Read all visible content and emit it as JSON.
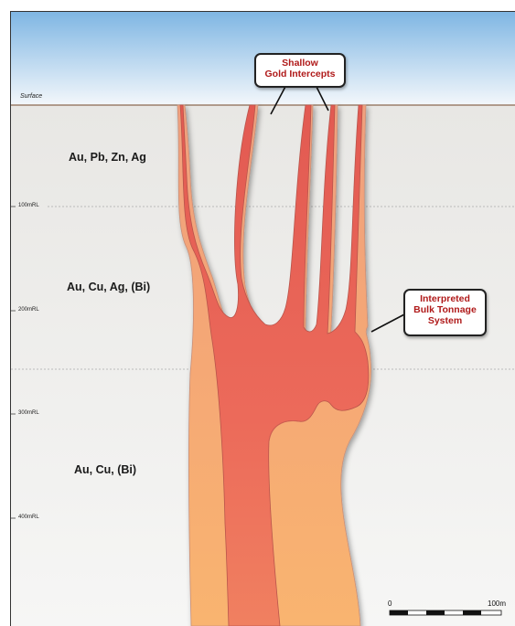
{
  "surface_label": "Surface",
  "depth_labels": [
    "100mRL",
    "200mRL",
    "300mRL",
    "400mRL"
  ],
  "zones": [
    {
      "text": "Au, Pb, Zn, Ag"
    },
    {
      "text": "Au, Cu, Ag, (Bi)"
    },
    {
      "text": "Au, Cu, (Bi)"
    }
  ],
  "callouts": {
    "shallow": [
      "Shallow",
      "Gold Intercepts"
    ],
    "bulk": [
      "Interpreted",
      "Bulk Tonnage",
      "System"
    ]
  },
  "scale_bar": {
    "start": "0",
    "end": "100m"
  },
  "colors": {
    "sky_top": "#7fb6e3",
    "sky_bottom": "#f3f7fb",
    "ground": "#efeeec",
    "outer_body": "#f7b278",
    "inner_body": "#ec6a5e",
    "callout_text": "#b01a1a"
  }
}
